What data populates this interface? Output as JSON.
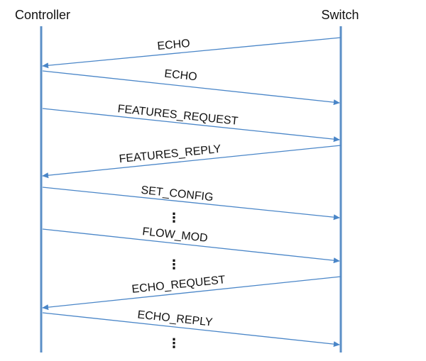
{
  "participants": {
    "left": "Controller",
    "right": "Switch"
  },
  "colors": {
    "lifeline": "#5b8fc7",
    "arrow": "#4a86c8",
    "text": "#111111"
  },
  "messages": [
    {
      "label": "ECHO",
      "direction": "right-to-left"
    },
    {
      "label": "ECHO",
      "direction": "left-to-right"
    },
    {
      "label": "FEATURES_REQUEST",
      "direction": "left-to-right"
    },
    {
      "label": "FEATURES_REPLY",
      "direction": "right-to-left"
    },
    {
      "label": "SET_CONFIG",
      "direction": "left-to-right"
    },
    {
      "label": "FLOW_MOD",
      "direction": "left-to-right"
    },
    {
      "label": "ECHO_REQUEST",
      "direction": "right-to-left"
    },
    {
      "label": "ECHO_REPLY",
      "direction": "left-to-right"
    }
  ],
  "ellipsis": "⋮"
}
